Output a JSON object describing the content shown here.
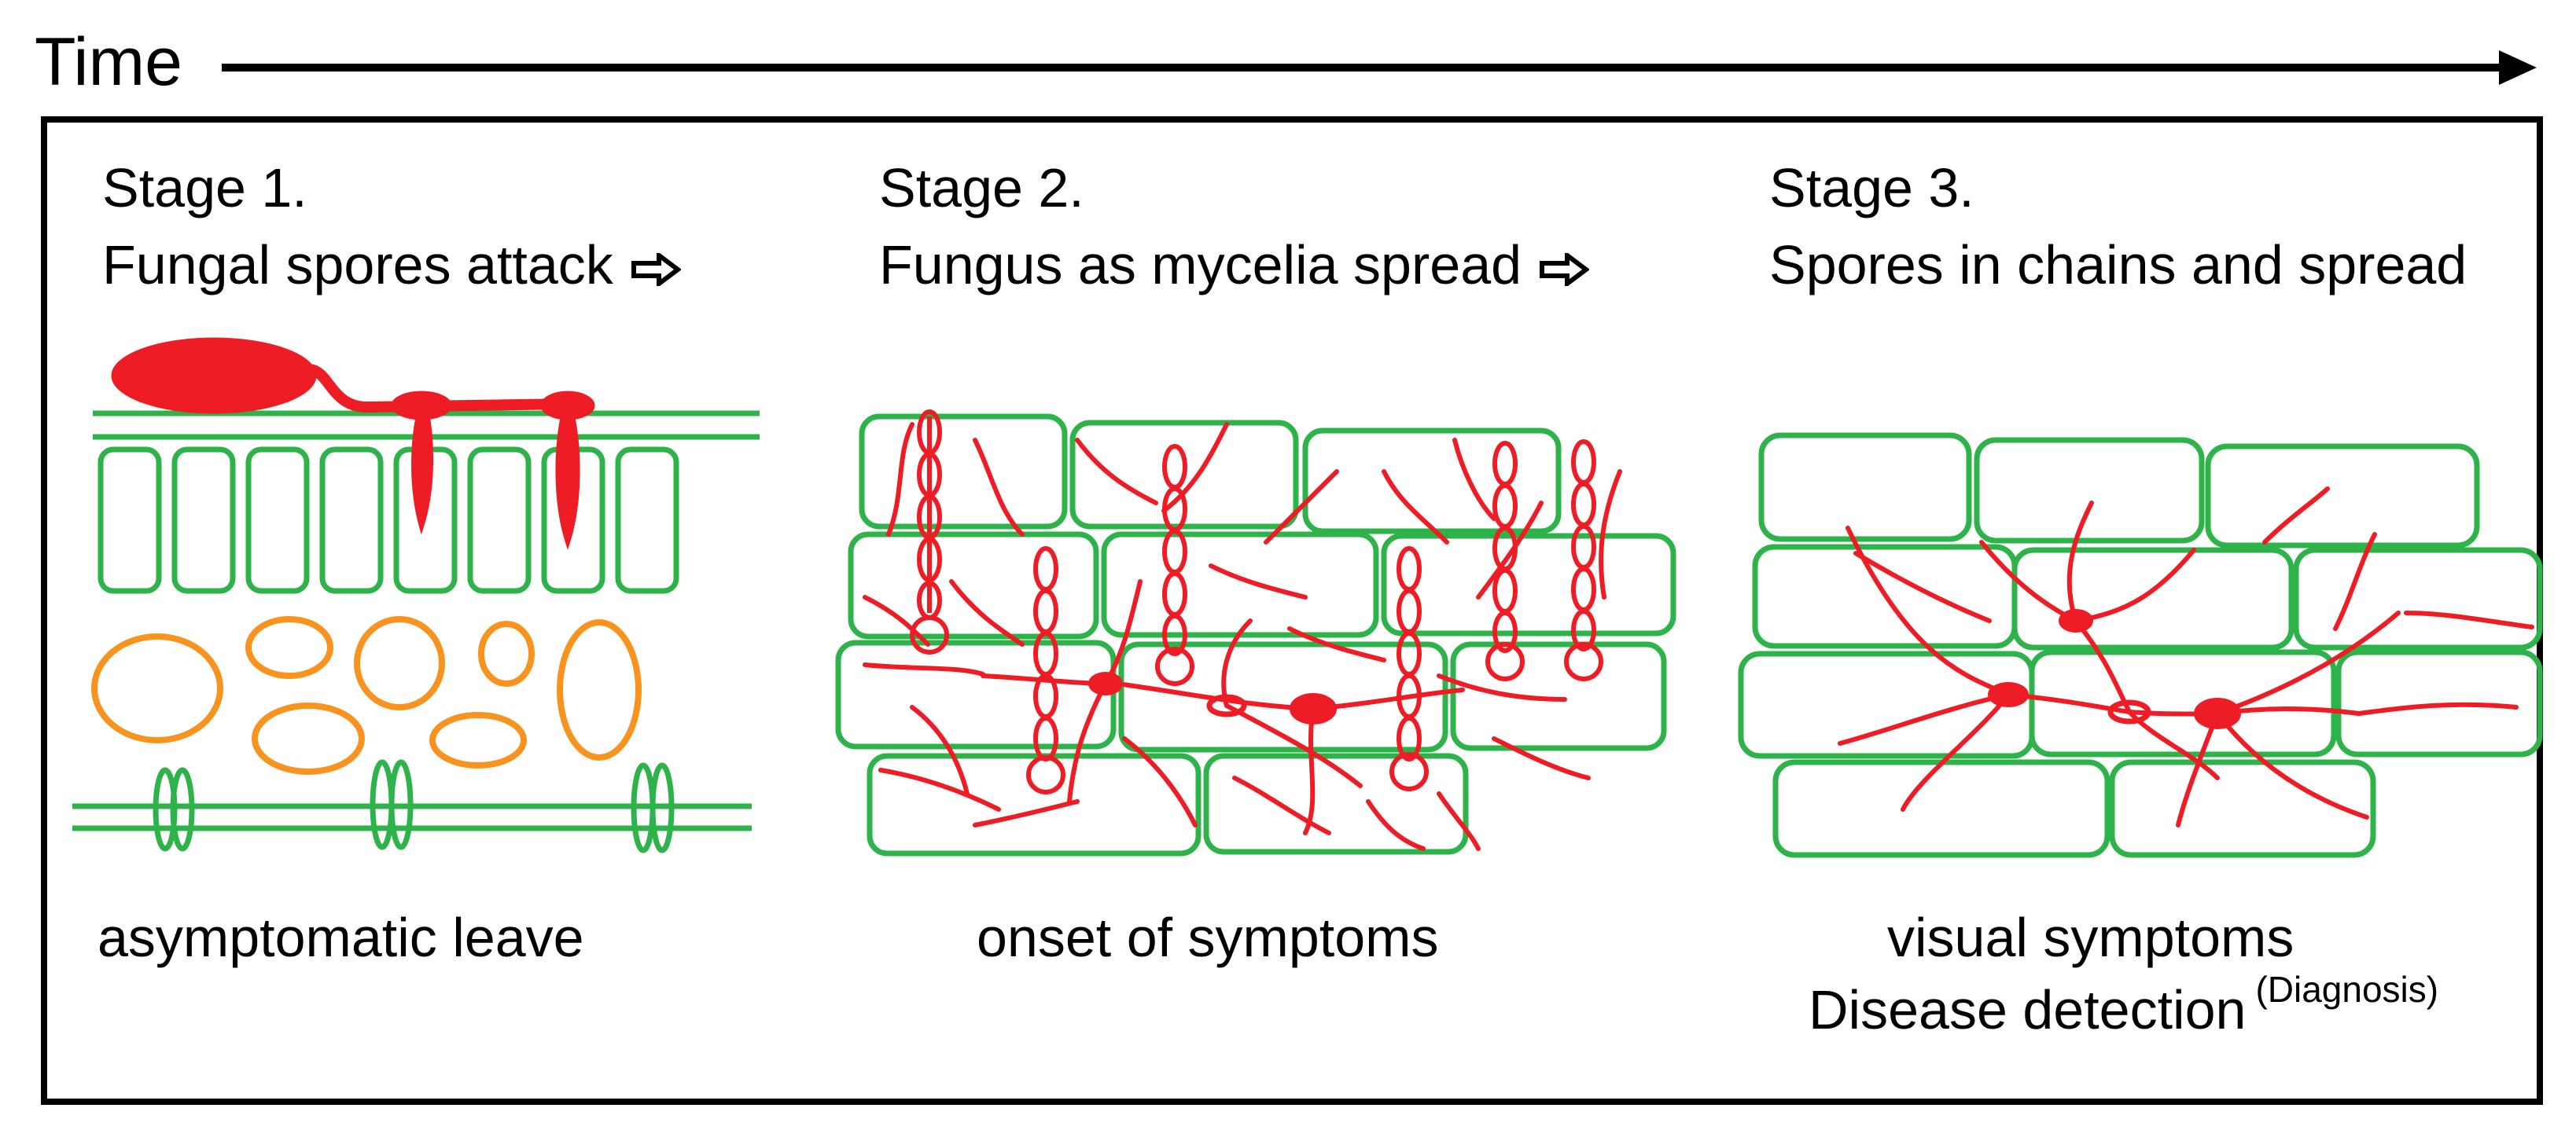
{
  "time_axis": {
    "label": "Time"
  },
  "stages": [
    {
      "title": "Stage 1.",
      "description": "Fungal spores attack",
      "caption": "asymptomatic leave"
    },
    {
      "title": "Stage 2.",
      "description": "Fungus as mycelia spread",
      "caption": "onset of symptoms"
    },
    {
      "title": "Stage 3.",
      "description": "Spores in chains and spread",
      "caption_line1": "visual symptoms",
      "caption_line2": "Disease detection",
      "caption_superscript": "(Diagnosis)"
    }
  ],
  "colors": {
    "fungus": "#ee1c24",
    "cell_wall": "#2eb34a",
    "cell_inner": "#f7931e",
    "frame": "#000000"
  }
}
